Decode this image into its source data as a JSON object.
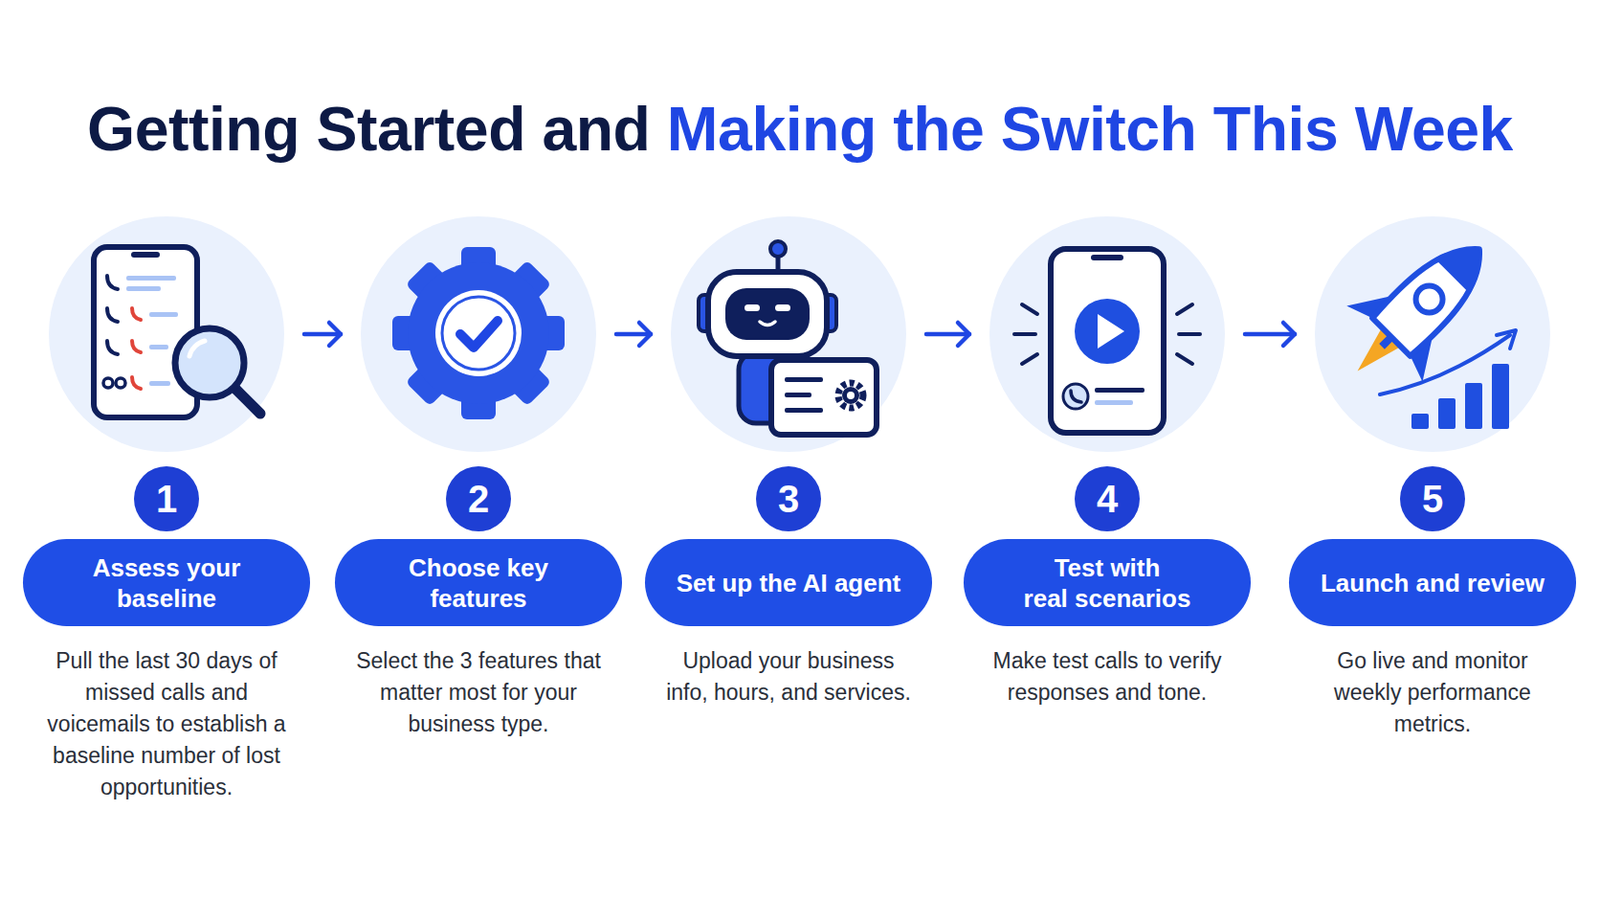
{
  "diagram": {
    "title": "Getting Started and Making the Switch This Week",
    "nodes": [
      {
        "text": [
          "Assess your baseline",
          "Pull the last 30 days of missed calls and voicemails to establish a baseline number of lost opportunities."
        ]
      },
      {
        "text": [
          "1"
        ],
        "in": 0
      },
      {
        "text": [
          "Choose key features",
          "Select the 3 features that matter most for your business type."
        ]
      },
      {
        "text": [
          "2"
        ],
        "in": 2
      },
      {
        "text": [
          "Set up the AI agent",
          "Upload your business info, hours, and services."
        ]
      },
      {
        "text": [
          "3"
        ],
        "in": 4
      },
      {
        "text": [
          "Test with real scenarios",
          "Make test calls to verify responses and tone."
        ]
      },
      {
        "text": [
          "4"
        ],
        "in": 6
      },
      {
        "text": [
          "Launch and review",
          "Go live and monitor weekly performance metrics."
        ]
      },
      {
        "text": [
          "5"
        ],
        "in": 8
      }
    ],
    "edges": [
      {
        "from": 0,
        "to": 2,
        "arrow": "to"
      },
      {
        "from": 2,
        "to": 4,
        "arrow": "to"
      },
      {
        "from": 4,
        "to": 6,
        "arrow": "to"
      },
      {
        "from": 6,
        "to": 8,
        "arrow": "to"
      }
    ]
  }
}
